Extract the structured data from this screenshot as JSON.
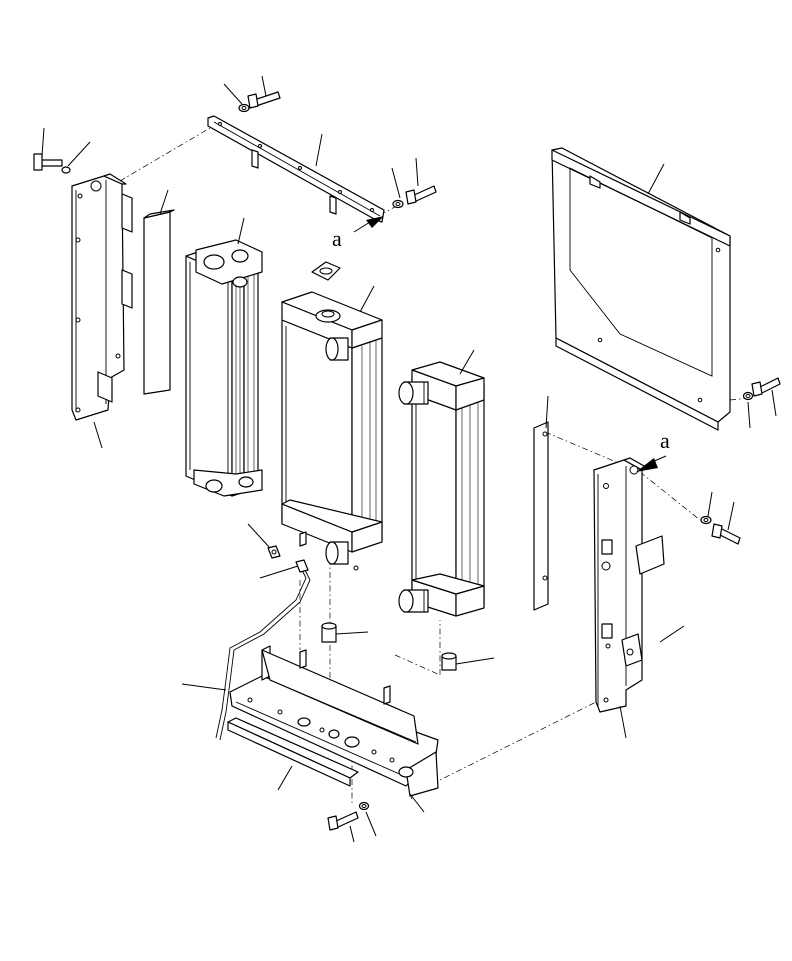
{
  "diagram": {
    "reference_labels": [
      {
        "id": "ref-a-upper",
        "text": "a"
      },
      {
        "id": "ref-a-right",
        "text": "a"
      }
    ],
    "parts": [
      "left-side-bracket",
      "left-seal-pad",
      "oil-cooler",
      "radiator",
      "aftercooler",
      "right-seal-strip",
      "right-side-bracket",
      "fan-shroud-plate",
      "top-bracket-bar",
      "bottom-support-frame",
      "bottom-seal-strip",
      "drain-valve",
      "drain-hose",
      "mount-cushion-upper",
      "mount-cushion-lower",
      "radiator-cap",
      "bolts",
      "washers"
    ]
  }
}
